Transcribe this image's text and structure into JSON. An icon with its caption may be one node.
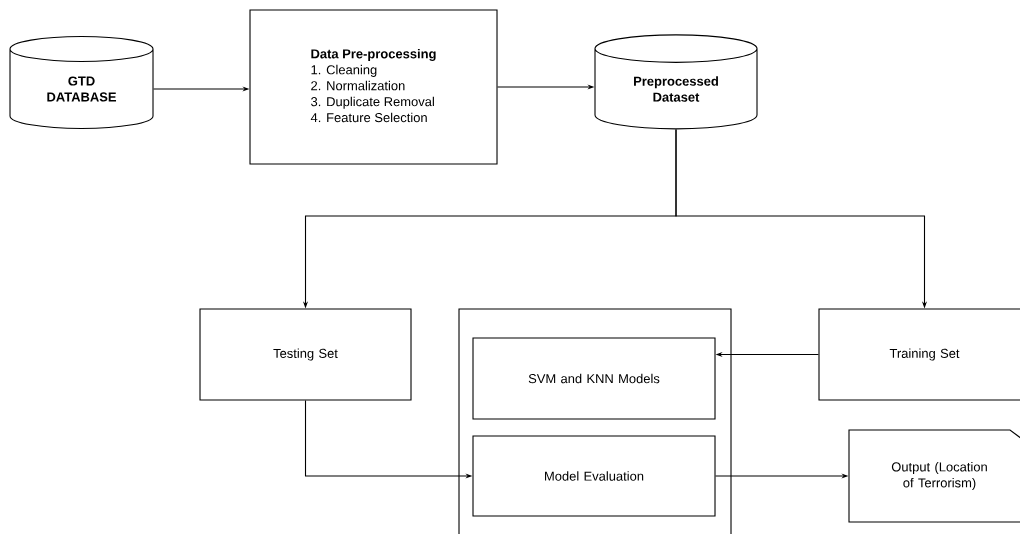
{
  "diagram": {
    "nodes": [
      {
        "text": [
          "GTD DATABASE"
        ]
      },
      {
        "text": [
          "Data Pre-processing",
          "1. Cleaning",
          "2. Normalization",
          "3. Duplicate Removal",
          "4. Feature Selection"
        ]
      },
      {
        "text": [
          "Preprocessed Dataset"
        ]
      },
      {
        "text": [
          "Testing Set"
        ]
      },
      {
        "text": [],
        "shape": "box"
      },
      {
        "text": [
          "SVM and KNN Models"
        ],
        "in": 4
      },
      {
        "text": [
          "Model Evaluation"
        ],
        "in": 4
      },
      {
        "text": [
          "Training Set"
        ]
      },
      {
        "text": [
          "Output (Location of Terrorism)"
        ]
      }
    ],
    "edges": [
      {
        "from": 0,
        "to": 1,
        "arrow": "to"
      },
      {
        "from": 1,
        "to": 2,
        "arrow": "to"
      },
      {
        "from": 2,
        "to": 3,
        "arrow": "to"
      },
      {
        "from": 2,
        "to": 7,
        "arrow": "to"
      },
      {
        "from": 7,
        "to": 5,
        "arrow": "to"
      },
      {
        "from": 3,
        "to": 6,
        "arrow": "to"
      },
      {
        "from": 6,
        "to": 8,
        "arrow": "to"
      }
    ]
  }
}
